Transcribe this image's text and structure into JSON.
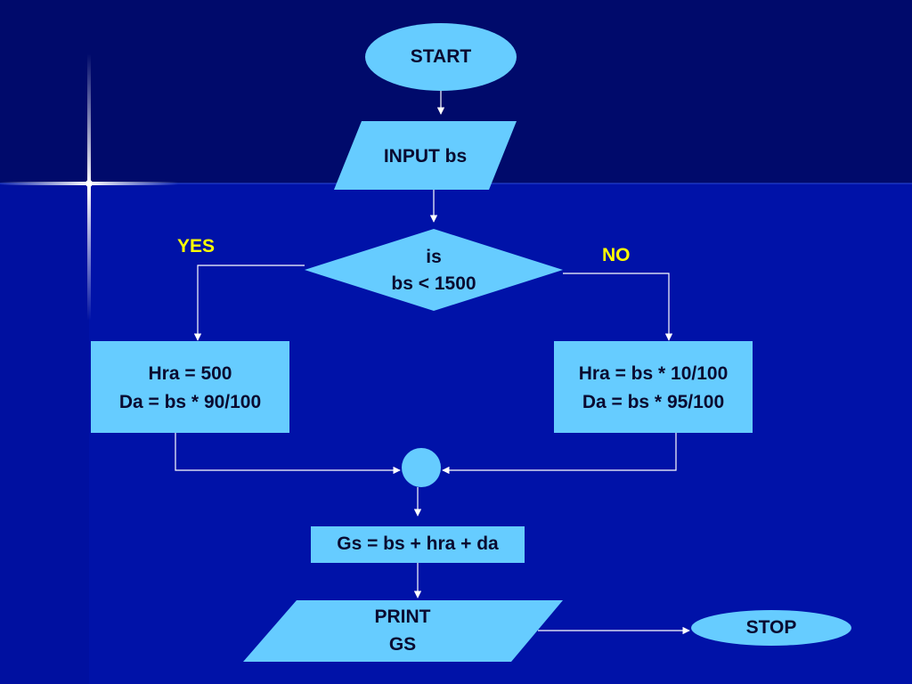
{
  "colors": {
    "background_dark": "#000a6b",
    "background_band": "#0012a8",
    "shape_fill": "#66ccff",
    "line": "#ffffff",
    "branch_text": "#ffff00",
    "shape_text": "#0a0a30"
  },
  "flowchart": {
    "start": "START",
    "input": "INPUT  bs",
    "decision": {
      "line1": "is",
      "line2": "bs  <  1500"
    },
    "yes_label": "YES",
    "no_label": "NO",
    "yes_box": {
      "line1": "Hra = 500",
      "line2": "Da = bs * 90/100"
    },
    "no_box": {
      "line1": "Hra = bs * 10/100",
      "line2": "Da = bs * 95/100"
    },
    "compute": "Gs = bs + hra + da",
    "print": {
      "line1": "PRINT",
      "line2": "GS"
    },
    "stop": "STOP"
  }
}
